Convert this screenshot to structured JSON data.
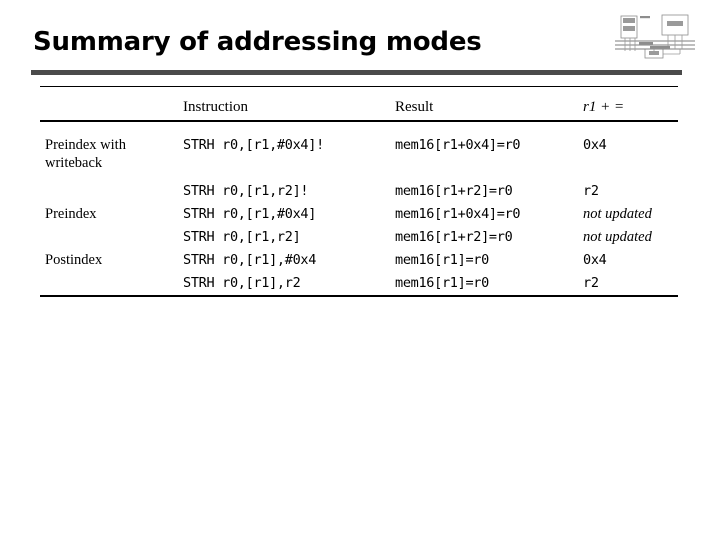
{
  "slide": {
    "title": "Summary of addressing modes",
    "title_rule_color": "#4a4a4a",
    "background_color": "#ffffff",
    "text_color": "#000000"
  },
  "corner_thumbnail": {
    "icon_name": "block-diagram-thumbnail",
    "description": "small faint block diagram with boxes and bus lines"
  },
  "table": {
    "columns": [
      {
        "key": "mode",
        "label": ""
      },
      {
        "key": "instr",
        "label": "Instruction"
      },
      {
        "key": "result",
        "label": "Result"
      },
      {
        "key": "r1",
        "label": "r1 + ="
      }
    ],
    "rows": [
      {
        "mode": "Preindex with",
        "mode_line2": "writeback",
        "instr": "STRH  r0,[r1,#0x4]!",
        "result": "mem16[r1+0x4]=r0",
        "r1": "0x4",
        "r1_italic": false
      },
      {
        "mode": "",
        "mode_line2": "",
        "instr": "STRH  r0,[r1,r2]!",
        "result": "mem16[r1+r2]=r0",
        "r1": "r2",
        "r1_italic": false
      },
      {
        "mode": "Preindex",
        "mode_line2": "",
        "instr": "STRH  r0,[r1,#0x4]",
        "result": "mem16[r1+0x4]=r0",
        "r1": "not updated",
        "r1_italic": true
      },
      {
        "mode": "",
        "mode_line2": "",
        "instr": "STRH  r0,[r1,r2]",
        "result": "mem16[r1+r2]=r0",
        "r1": "not updated",
        "r1_italic": true
      },
      {
        "mode": "Postindex",
        "mode_line2": "",
        "instr": "STRH  r0,[r1],#0x4",
        "result": "mem16[r1]=r0",
        "r1": "0x4",
        "r1_italic": false
      },
      {
        "mode": "",
        "mode_line2": "",
        "instr": "STRH  r0,[r1],r2",
        "result": "mem16[r1]=r0",
        "r1": "r2",
        "r1_italic": false
      }
    ]
  }
}
